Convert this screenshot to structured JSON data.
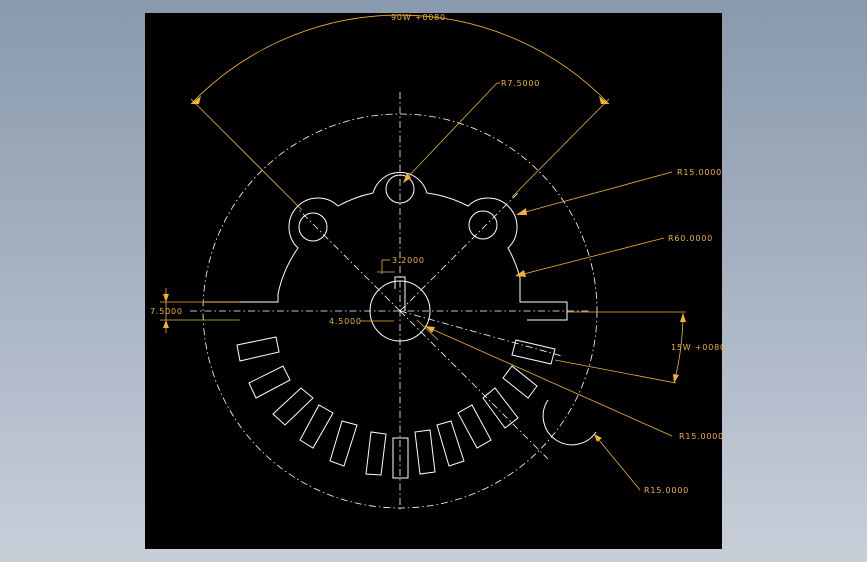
{
  "dimensions": {
    "angle_top": "90W +0080",
    "radius_small_hole": "R7.5000",
    "radius_15_upper": "R15.0000",
    "radius_60": "R60.0000",
    "width_slot": "3.2000",
    "height_left": "7.5000",
    "offset_center": "4.5000",
    "angle_right": "15W +0080",
    "radius_15_mid_right": "R15.0000",
    "radius_15_lower_right": "R15.0000"
  },
  "colors": {
    "viewport_background": "#000000",
    "geometry": "#ffffff",
    "dimension": "#f2b233"
  }
}
